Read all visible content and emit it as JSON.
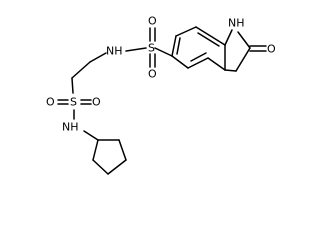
{
  "molecule": {
    "atoms": {
      "nh_indoline": "NH",
      "o_carbonyl": "O",
      "s_aryl_sulfonyl": "S",
      "o_aryl_sulfonyl_top": "O",
      "o_aryl_sulfonyl_bottom": "O",
      "nh_sulfonamide": "NH",
      "s_alkyl_sulfonyl": "S",
      "o_alkyl_sulfonyl_left": "O",
      "o_alkyl_sulfonyl_right": "O",
      "nh_cyclopentyl": "NH"
    }
  }
}
